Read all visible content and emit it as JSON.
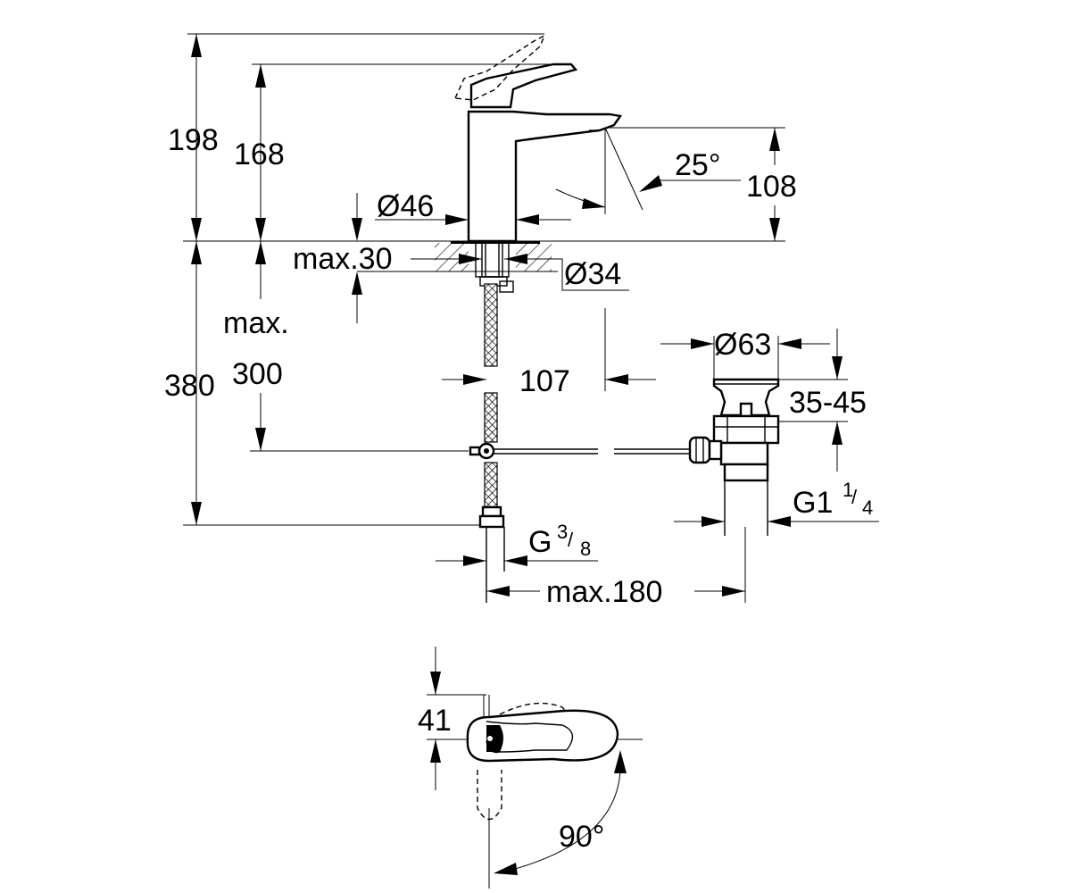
{
  "dimensions": {
    "total_height": "198",
    "spout_height": "168",
    "spout_clearance": "108",
    "spout_angle": "25°",
    "body_diameter": "Ø46",
    "deck_thickness": "max.30",
    "hole_diameter": "Ø34",
    "hose_length_label": "max.",
    "hose_length_value": "300",
    "supply_length": "380",
    "spout_projection": "107",
    "waste_diameter": "Ø63",
    "waste_range": "35-45",
    "waste_thread_main": "G1",
    "waste_thread_num": "1",
    "waste_thread_den": "4",
    "supply_thread_main": "G",
    "supply_thread_num": "3",
    "supply_thread_den": "8",
    "rod_length": "max.180",
    "lever_width": "41",
    "lever_rotation": "90°"
  }
}
